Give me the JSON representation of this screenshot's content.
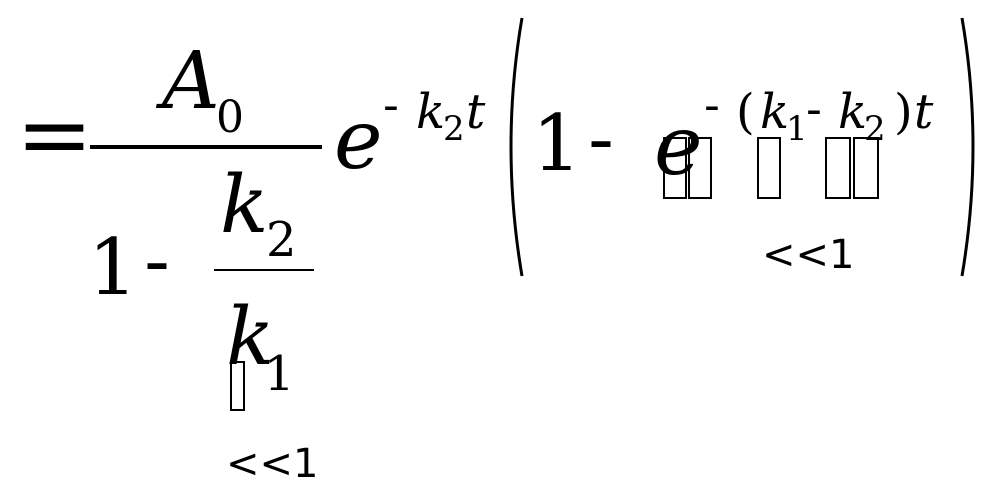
{
  "formula": {
    "equals": "=",
    "fraction": {
      "numerator": {
        "symbol": "A",
        "subscript": "0"
      },
      "denominator": {
        "one": "1",
        "minus": "-",
        "ratio": {
          "numerator": {
            "symbol": "k",
            "subscript": "2"
          },
          "denominator": {
            "symbol": "k",
            "subscript": "1"
          }
        },
        "approximation": "<<1"
      }
    },
    "exponential_1": {
      "base": "e",
      "exponent": {
        "minus": "-",
        "k": "k",
        "subscript": "2",
        "t": "t"
      }
    },
    "bracket": {
      "one": "1",
      "minus": "-",
      "exponential_2": {
        "base": "e",
        "exponent": {
          "minus": "-",
          "open_paren": "(",
          "k1": "k",
          "k1_subscript": "1",
          "inner_minus": "-",
          "k2": "k",
          "k2_subscript": "2",
          "close_paren": ")",
          "t": "t"
        }
      },
      "approximation": "<<1"
    }
  }
}
